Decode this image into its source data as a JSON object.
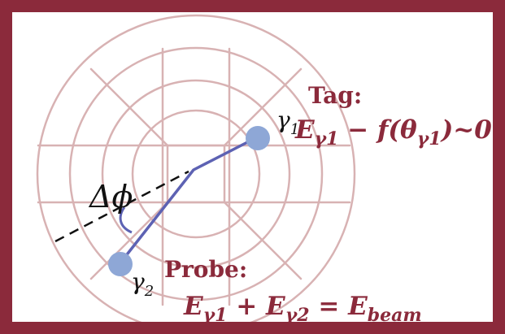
{
  "colors": {
    "frame": "#8b2a3b",
    "rings": "#d8b2b3",
    "track": "#5d62b3",
    "photon": "#8ea7d6",
    "annotation": "#8b2a3b",
    "ink": "#111111"
  },
  "labels": {
    "tag_title": "Tag:",
    "tag_eq_prefix": "E",
    "tag_eq_sub1": "γ1",
    "tag_eq_mid": " − f(θ",
    "tag_eq_sub2": "γ1",
    "tag_eq_suffix": ")~0",
    "probe_title": "Probe:",
    "probe_eq_E1": "E",
    "probe_eq_sub1": "γ1",
    "probe_eq_plus": " + ",
    "probe_eq_E2": "E",
    "probe_eq_sub2": "γ2",
    "probe_eq_equals": " = ",
    "probe_eq_E3": "E",
    "probe_eq_sub3": "beam",
    "gamma1_symbol": "γ",
    "gamma1_sub": "1",
    "gamma2_symbol": "γ",
    "gamma2_sub": "2",
    "delta_phi": "Δϕ"
  },
  "icons": {
    "photon_marker": "filled-circle",
    "track_line": "polyline"
  }
}
